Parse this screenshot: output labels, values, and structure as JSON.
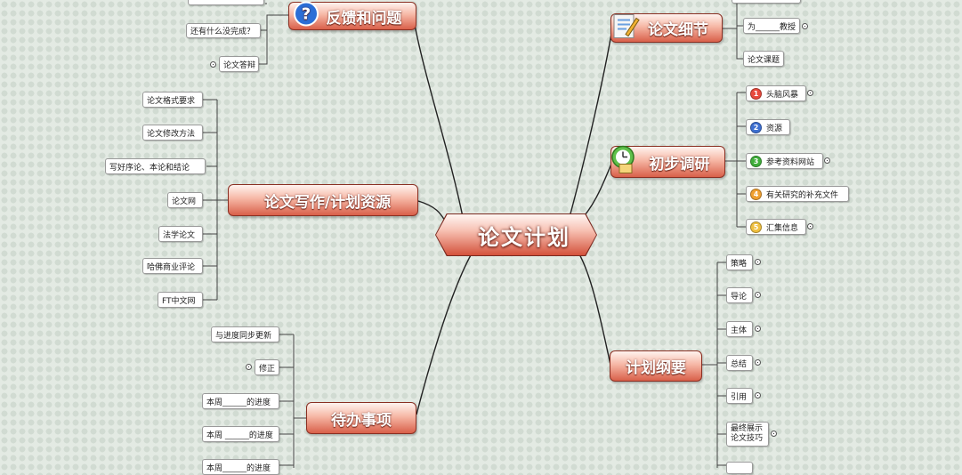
{
  "central": "论文计划",
  "topics": {
    "feedback": "反馈和问题",
    "detail": "论文细节",
    "research": "初步调研",
    "writing": "论文写作/计划资源",
    "outline": "计划纲要",
    "todo": "待办事项"
  },
  "feedback_items": [
    "还有什么没完成？",
    "论文答辩"
  ],
  "detail_items": [
    "为______教授",
    "论文课题"
  ],
  "research_items": [
    {
      "num": "1",
      "label": "头脑风暴",
      "color": "#e8493c"
    },
    {
      "num": "2",
      "label": "资源",
      "color": "#3d6fd1"
    },
    {
      "num": "3",
      "label": "参考资料网站",
      "color": "#3fae3a"
    },
    {
      "num": "4",
      "label": "有关研究的补充文件",
      "color": "#f0a030"
    },
    {
      "num": "5",
      "label": "汇集信息",
      "color": "#f0c040"
    }
  ],
  "writing_items": [
    "论文格式要求",
    "论文修改方法",
    "写好序论、本论和结论",
    "论文网",
    "法学论文",
    "哈佛商业评论",
    "FT中文网"
  ],
  "outline_items": [
    "策略",
    "导论",
    "主体",
    "总结",
    "引用",
    "最终展示",
    "论文技巧"
  ],
  "todo_items": [
    "与进度同步更新",
    "修正",
    "本周______的进度",
    "本周 ______的进度",
    "本周______的进度"
  ]
}
